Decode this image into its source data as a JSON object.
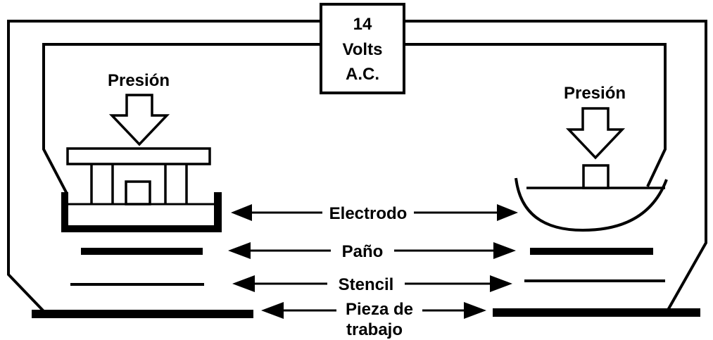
{
  "power_supply": {
    "line1": "14",
    "line2": "Volts",
    "line3": "A.C."
  },
  "left_pressure_label": "Presión",
  "right_pressure_label": "Presión",
  "labels": {
    "electrode": "Electrodo",
    "cloth": "Paño",
    "stencil": "Stencil",
    "workpiece_line1": "Pieza de",
    "workpiece_line2": "trabajo"
  },
  "colors": {
    "ink": "#000000",
    "background": "#ffffff"
  },
  "icons": {
    "pressure": "down-arrow-outline",
    "span": "double-headed-arrow"
  }
}
